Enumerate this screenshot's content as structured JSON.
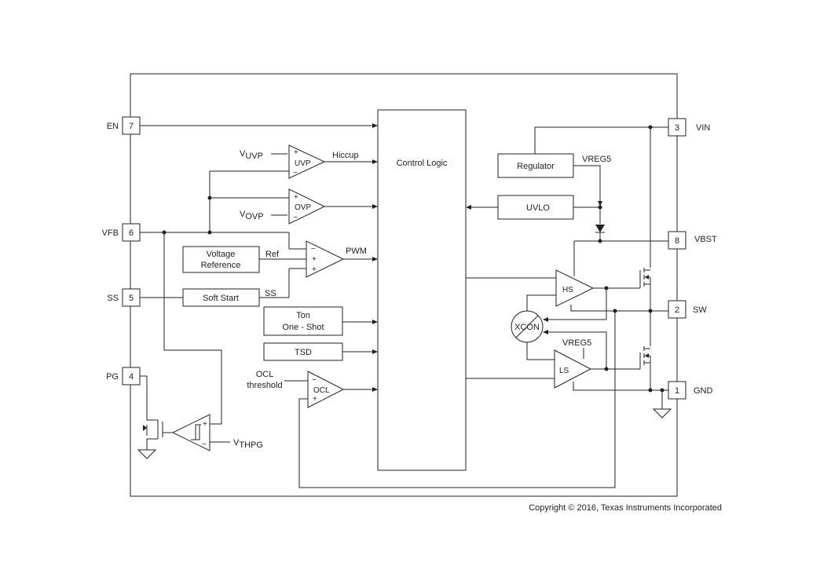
{
  "pins": {
    "en": {
      "name": "EN",
      "num": "7"
    },
    "vfb": {
      "name": "VFB",
      "num": "6"
    },
    "ss": {
      "name": "SS",
      "num": "5"
    },
    "pg": {
      "name": "PG",
      "num": "4"
    },
    "vin": {
      "name": "VIN",
      "num": "3"
    },
    "vbst": {
      "name": "VBST",
      "num": "8"
    },
    "sw": {
      "name": "SW",
      "num": "2"
    },
    "gnd": {
      "name": "GND",
      "num": "1"
    }
  },
  "blocks": {
    "control_logic": "Control Logic",
    "regulator": "Regulator",
    "uvlo": "UVLO",
    "voltage_reference": [
      "Voltage",
      "Reference"
    ],
    "soft_start": "Soft Start",
    "ton_one_shot": [
      "Ton",
      "One - Shot"
    ],
    "tsd": "TSD",
    "xcon": "XCON"
  },
  "comparators": {
    "uvp": "UVP",
    "ovp": "OVP",
    "ocl": "OCL",
    "hs": "HS",
    "ls": "LS"
  },
  "signals": {
    "vuvp_main": "V",
    "vuvp_sub": "UVP",
    "vovp_main": "V",
    "vovp_sub": "OVP",
    "hiccup": "Hiccup",
    "pwm": "PWM",
    "ref": "Ref",
    "ss": "SS",
    "ocl_threshold": [
      "OCL",
      "threshold"
    ],
    "vthpg_main": "V",
    "vthpg_sub": "THPG",
    "vreg5_top": "VREG5",
    "vreg5_ls": "VREG5"
  },
  "symbols": {
    "plus": "+",
    "minus": "−"
  },
  "footer": {
    "copyright": "Copyright © 2016, Texas Instruments Incorporated"
  }
}
